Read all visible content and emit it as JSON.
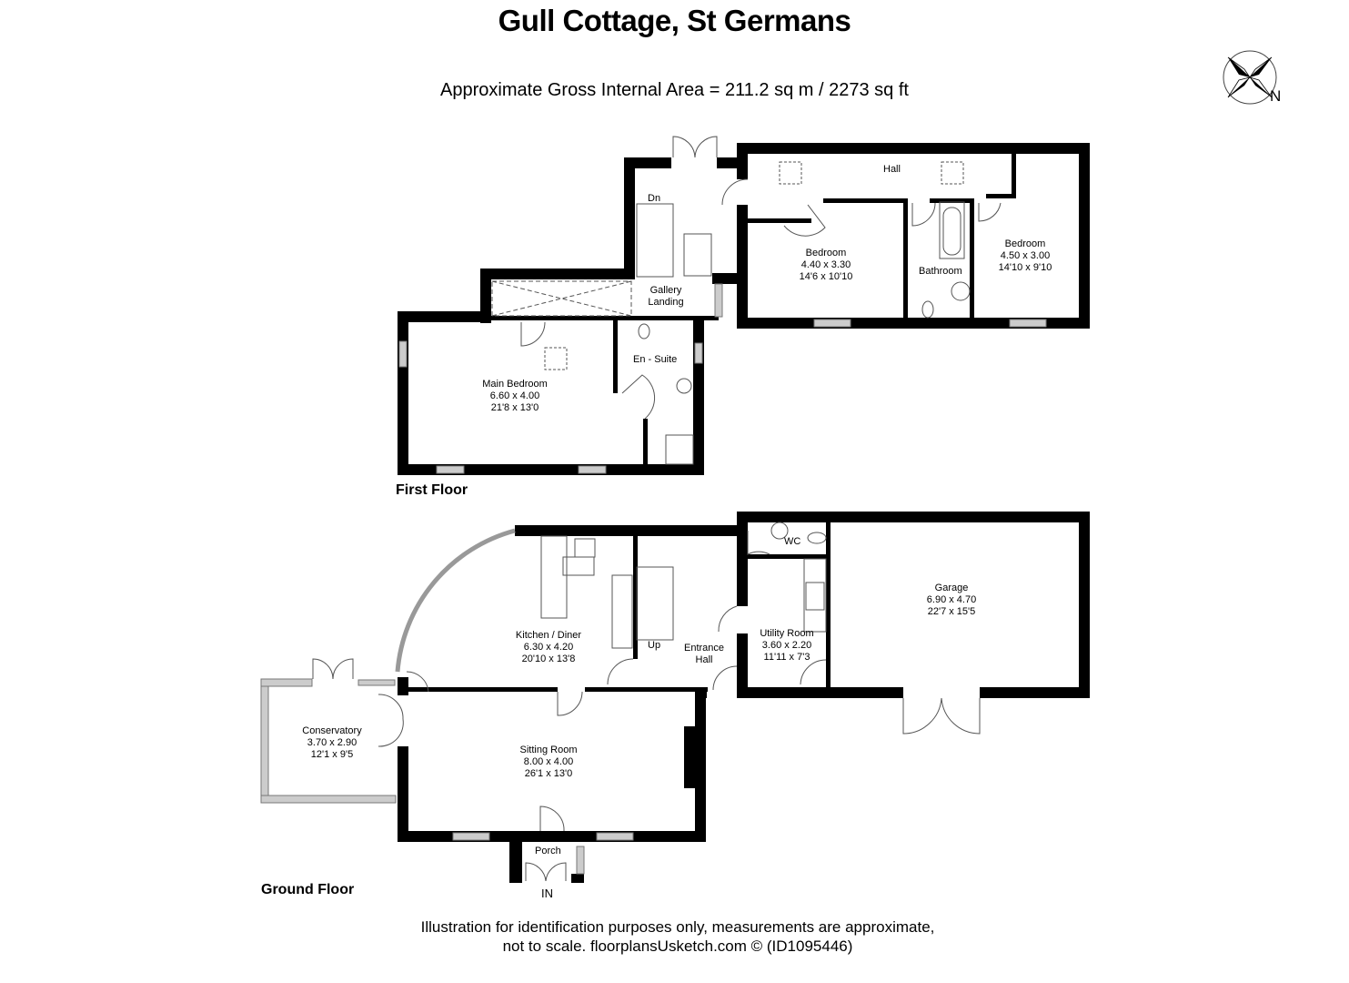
{
  "header": {
    "title": "Gull Cottage, St Germans",
    "area": "Approximate Gross Internal Area = 211.2 sq m / 2273 sq ft"
  },
  "compass": {
    "icon": "compass-rose-icon",
    "north_label": "N"
  },
  "floors": {
    "first": {
      "label": "First Floor",
      "rooms": [
        {
          "name": "Main Bedroom",
          "metric": "6.60 x 4.00",
          "imperial": "21'8 x 13'0"
        },
        {
          "name": "En - Suite"
        },
        {
          "name": "Gallery",
          "name2": "Landing"
        },
        {
          "name": "Hall"
        },
        {
          "name": "Bedroom",
          "metric": "4.40 x 3.30",
          "imperial": "14'6 x 10'10"
        },
        {
          "name": "Bathroom"
        },
        {
          "name": "Bedroom",
          "metric": "4.50 x 3.00",
          "imperial": "14'10 x 9'10"
        }
      ],
      "stairs_label": "Dn"
    },
    "ground": {
      "label": "Ground Floor",
      "rooms": [
        {
          "name": "Kitchen / Diner",
          "metric": "6.30 x 4.20",
          "imperial": "20'10 x 13'8"
        },
        {
          "name": "Entrance",
          "name2": "Hall"
        },
        {
          "name": "Utility Room",
          "metric": "3.60 x 2.20",
          "imperial": "11'11 x 7'3"
        },
        {
          "name": "WC"
        },
        {
          "name": "Garage",
          "metric": "6.90 x 4.70",
          "imperial": "22'7 x 15'5"
        },
        {
          "name": "Conservatory",
          "metric": "3.70 x 2.90",
          "imperial": "12'1 x 9'5"
        },
        {
          "name": "Sitting Room",
          "metric": "8.00 x 4.00",
          "imperial": "26'1 x 13'0"
        },
        {
          "name": "Porch"
        }
      ],
      "stairs_label": "Up",
      "entry_label": "IN"
    }
  },
  "footer": {
    "line1": "Illustration for identification purposes only, measurements are approximate,",
    "line2": "not to scale. floorplansUsketch.com © (ID1095446)"
  },
  "colors": {
    "wall": "#000000",
    "fixture_line": "#555555",
    "window": "#aaaaaa",
    "background": "#ffffff"
  }
}
